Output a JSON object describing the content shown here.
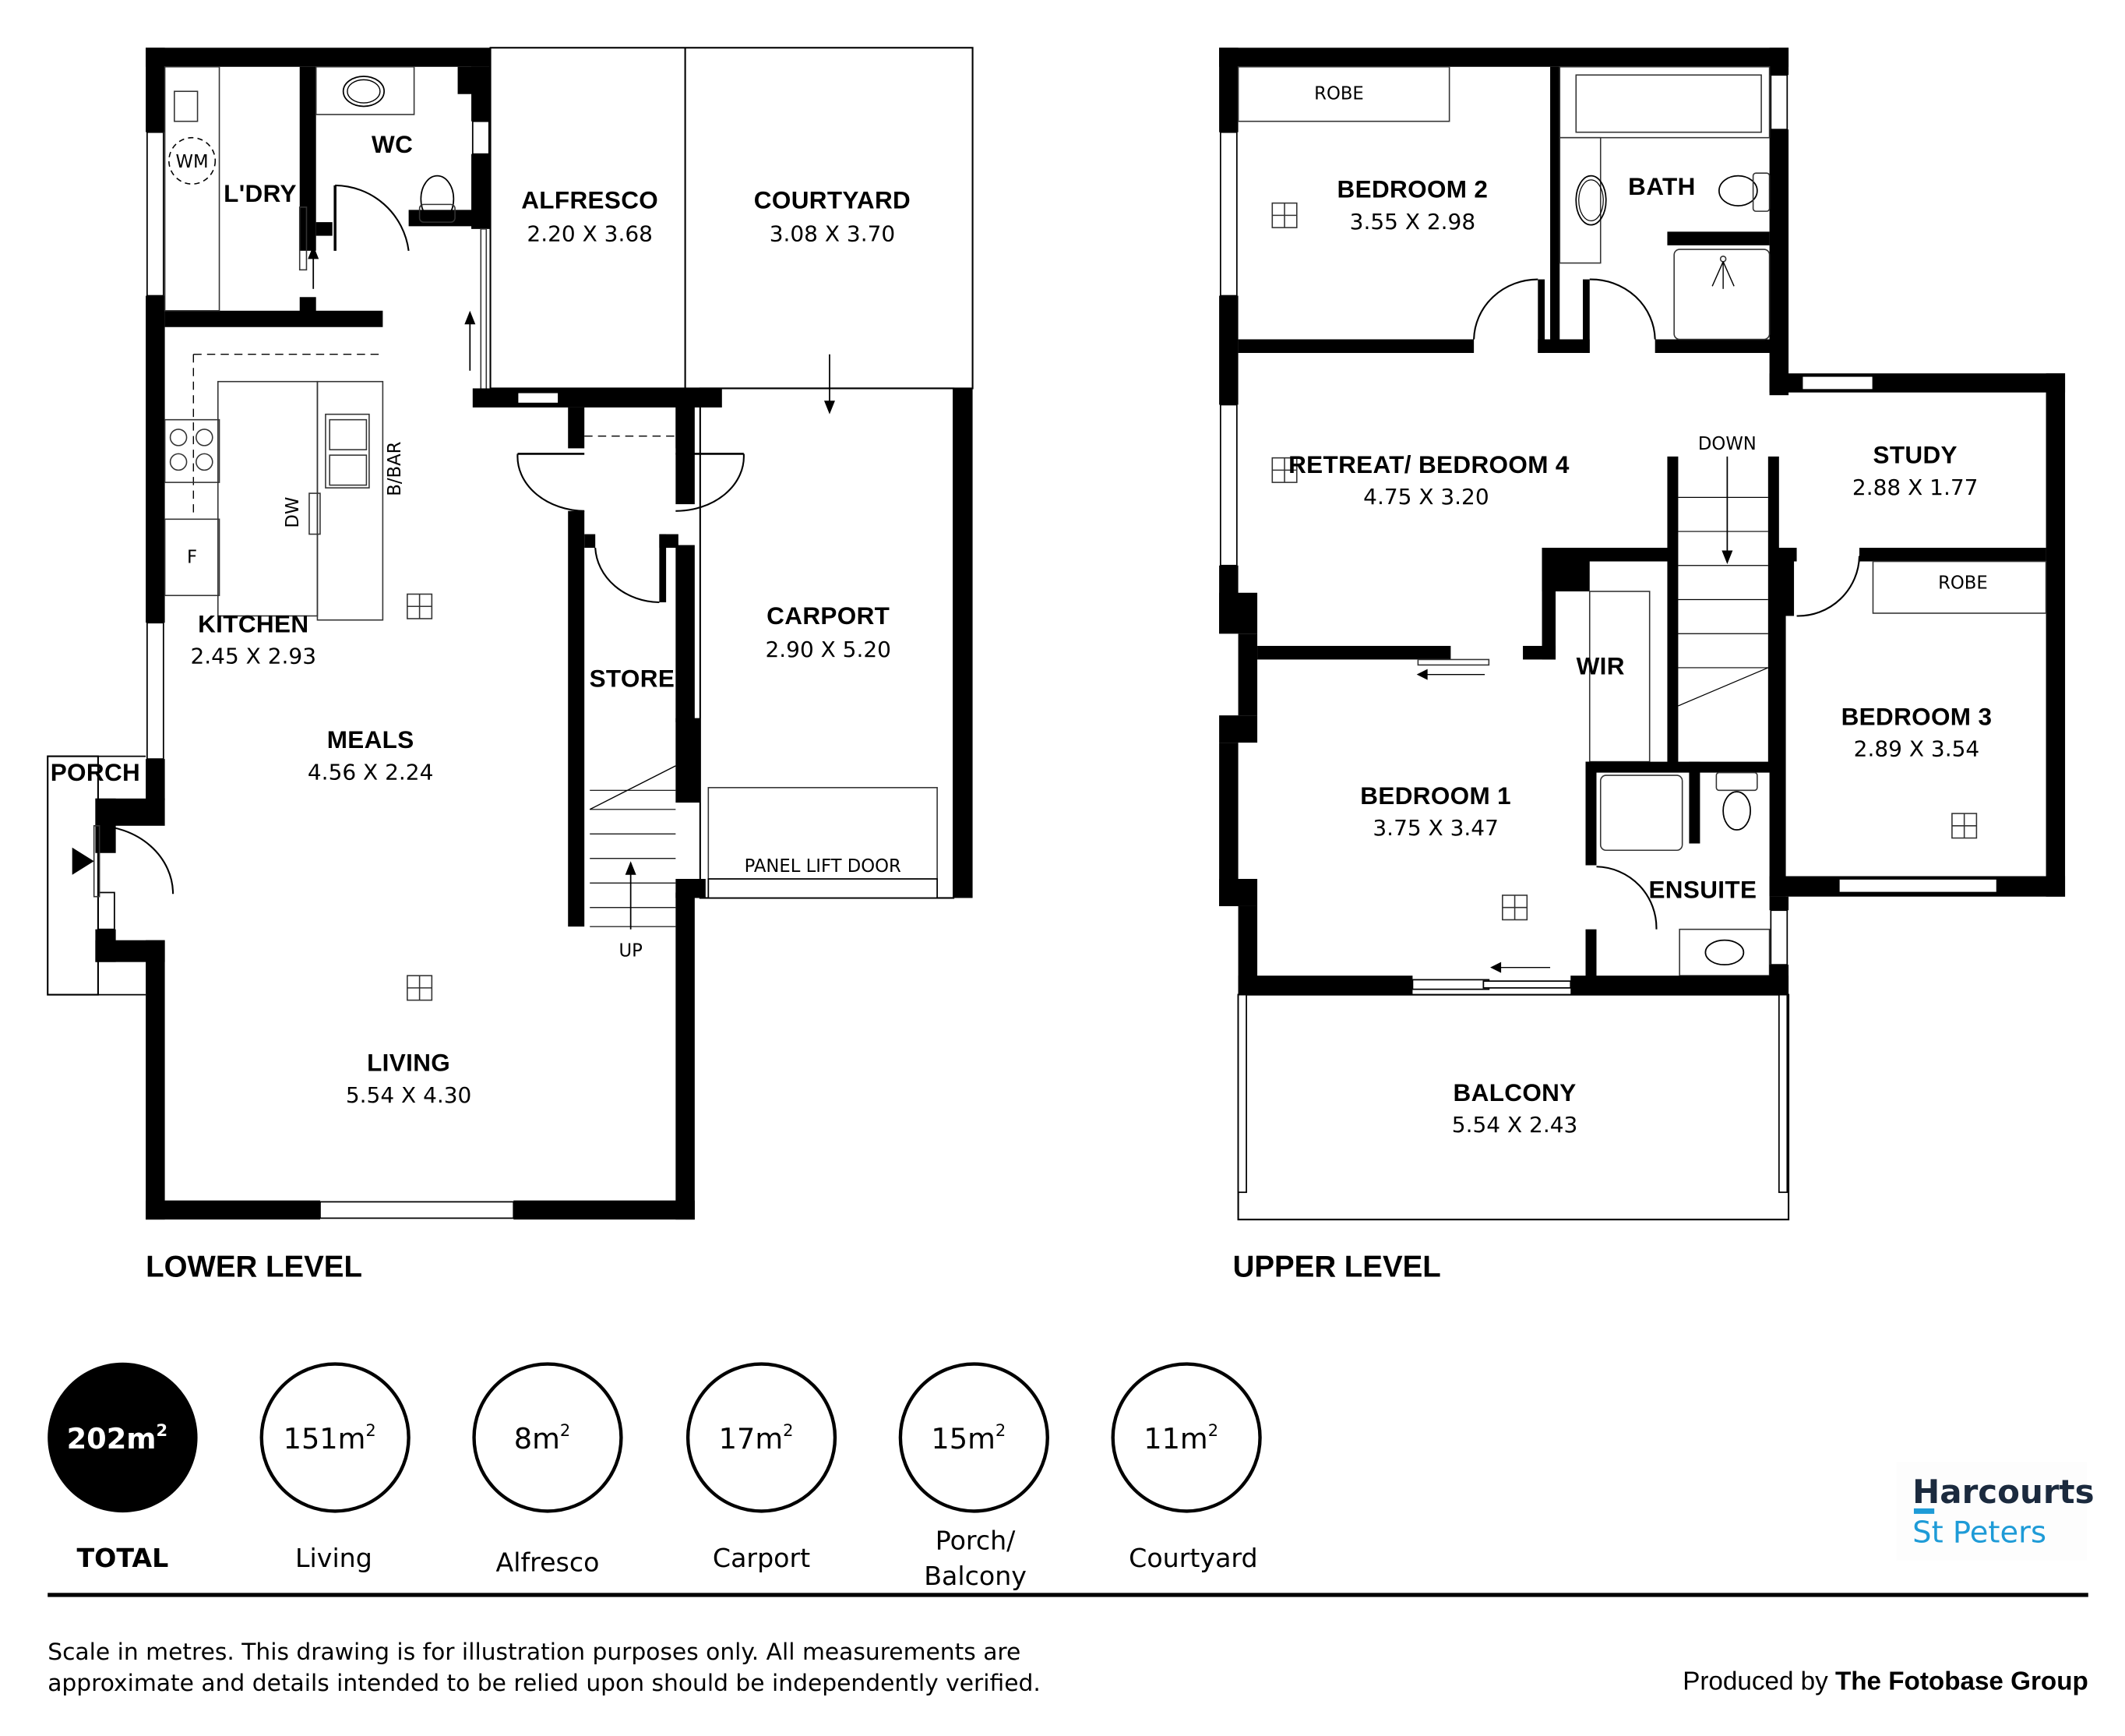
{
  "lower_level": {
    "title": "LOWER LEVEL",
    "rooms": {
      "laundry": {
        "name": "L'DRY"
      },
      "wc": {
        "name": "WC"
      },
      "alfresco": {
        "name": "ALFRESCO",
        "dims": "2.20 X 3.68"
      },
      "courtyard": {
        "name": "COURTYARD",
        "dims": "3.08 X 3.70"
      },
      "kitchen": {
        "name": "KITCHEN",
        "dims": "2.45 X 2.93"
      },
      "meals": {
        "name": "MEALS",
        "dims": "4.56 X 2.24"
      },
      "living": {
        "name": "LIVING",
        "dims": "5.54 X 4.30"
      },
      "store": {
        "name": "STORE"
      },
      "carport": {
        "name": "CARPORT",
        "dims": "2.90 X 5.20"
      },
      "porch": {
        "name": "PORCH"
      }
    },
    "fixtures": {
      "washing_machine": "WM",
      "fridge": "F",
      "dishwasher": "DW",
      "breakfast_bar": "B/BAR",
      "panel_lift_door": "PANEL LIFT DOOR",
      "stairs_up": "UP"
    }
  },
  "upper_level": {
    "title": "UPPER LEVEL",
    "rooms": {
      "bedroom2": {
        "name": "BEDROOM 2",
        "dims": "3.55 X 2.98"
      },
      "bath": {
        "name": "BATH"
      },
      "retreat": {
        "name": "RETREAT/ BEDROOM 4",
        "dims": "4.75 X 3.20"
      },
      "study": {
        "name": "STUDY",
        "dims": "2.88 X 1.77"
      },
      "wir": {
        "name": "WIR"
      },
      "bedroom1": {
        "name": "BEDROOM 1",
        "dims": "3.75 X 3.47"
      },
      "ensuite": {
        "name": "ENSUITE"
      },
      "bedroom3": {
        "name": "BEDROOM 3",
        "dims": "2.89 X 3.54"
      },
      "balcony": {
        "name": "BALCONY",
        "dims": "5.54 X 2.43"
      }
    },
    "fixtures": {
      "robe_bed2": "ROBE",
      "robe_bed3": "ROBE",
      "stairs_down": "DOWN"
    }
  },
  "areas": [
    {
      "value": "202m",
      "sup": "2",
      "label": "TOTAL",
      "highlight": true
    },
    {
      "value": "151m",
      "sup": "2",
      "label": "Living"
    },
    {
      "value": "8m",
      "sup": "2",
      "label": "Alfresco"
    },
    {
      "value": "17m",
      "sup": "2",
      "label": "Carport"
    },
    {
      "value": "15m",
      "sup": "2",
      "label_line1": "Porch/",
      "label_line2": "Balcony"
    },
    {
      "value": "11m",
      "sup": "2",
      "label": "Courtyard"
    }
  ],
  "footer": {
    "disclaimer_line1": "Scale in metres. This drawing is for illustration purposes only. All measurements are",
    "disclaimer_line2": "approximate and details intended to be relied upon should be independently verified.",
    "produced_by": "Produced by ",
    "producer": "The Fotobase Group"
  },
  "brand": {
    "name": "Harcourts",
    "office": "St Peters",
    "primary_color": "#1b2a3e",
    "accent_color": "#1e9bd7"
  },
  "colors": {
    "wall": "#000000",
    "background": "#ffffff"
  }
}
